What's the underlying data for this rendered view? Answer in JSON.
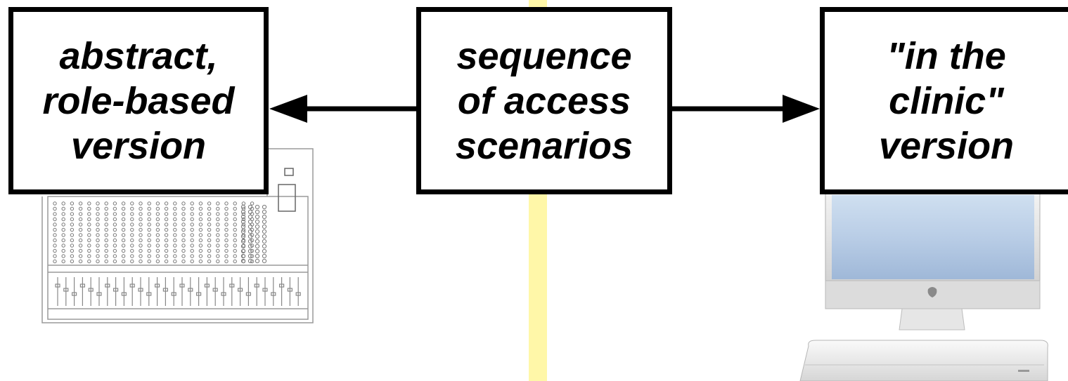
{
  "colors": {
    "box_border": "#000000",
    "box_fill": "#ffffff",
    "text": "#000000",
    "divider": "#fff7a8",
    "arrow": "#000000"
  },
  "boxes": {
    "left": {
      "text": "abstract,\nrole-based\nversion"
    },
    "center": {
      "text": "sequence\nof access\nscenarios"
    },
    "right": {
      "text": "\"in the\nclinic\"\nversion"
    }
  },
  "arrows": [
    {
      "from": "center",
      "to": "left"
    },
    {
      "from": "center",
      "to": "right"
    }
  ],
  "illustrations": {
    "left": "audio-mixing-console",
    "right": "imac-with-mac-mini"
  }
}
